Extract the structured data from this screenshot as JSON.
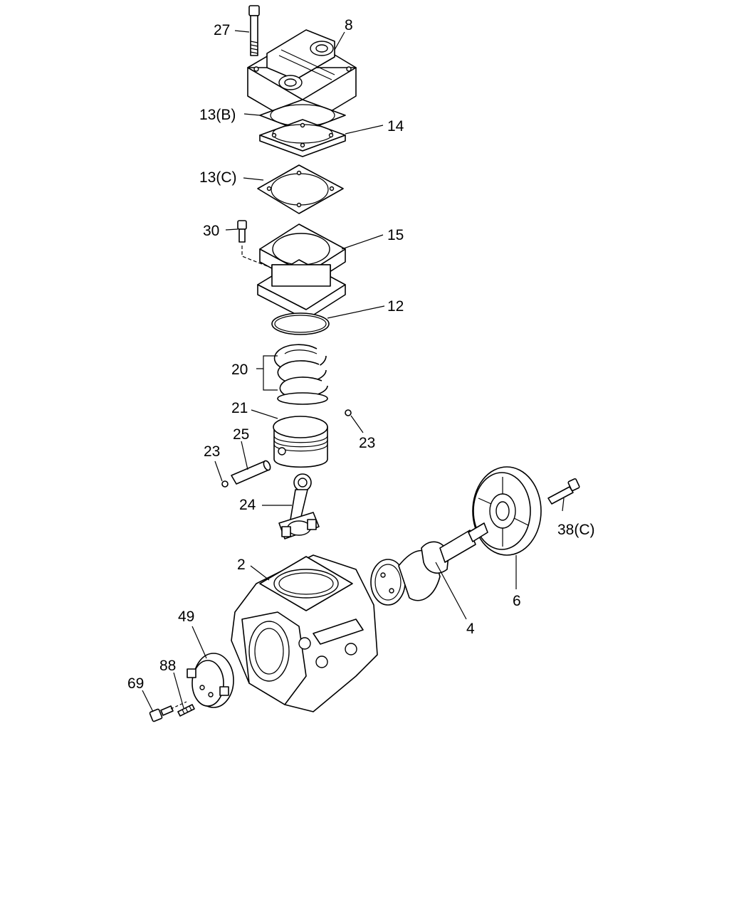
{
  "diagram": {
    "labels": {
      "p27": "27",
      "p8": "8",
      "p13b": "13(B)",
      "p14": "14",
      "p13c": "13(C)",
      "p30": "30",
      "p15": "15",
      "p12": "12",
      "p20": "20",
      "p21": "21",
      "p23a": "23",
      "p25": "25",
      "p23b": "23",
      "p24": "24",
      "p38c": "38(C)",
      "p2": "2",
      "p6": "6",
      "p4": "4",
      "p49": "49",
      "p88": "88",
      "p69": "69"
    }
  }
}
